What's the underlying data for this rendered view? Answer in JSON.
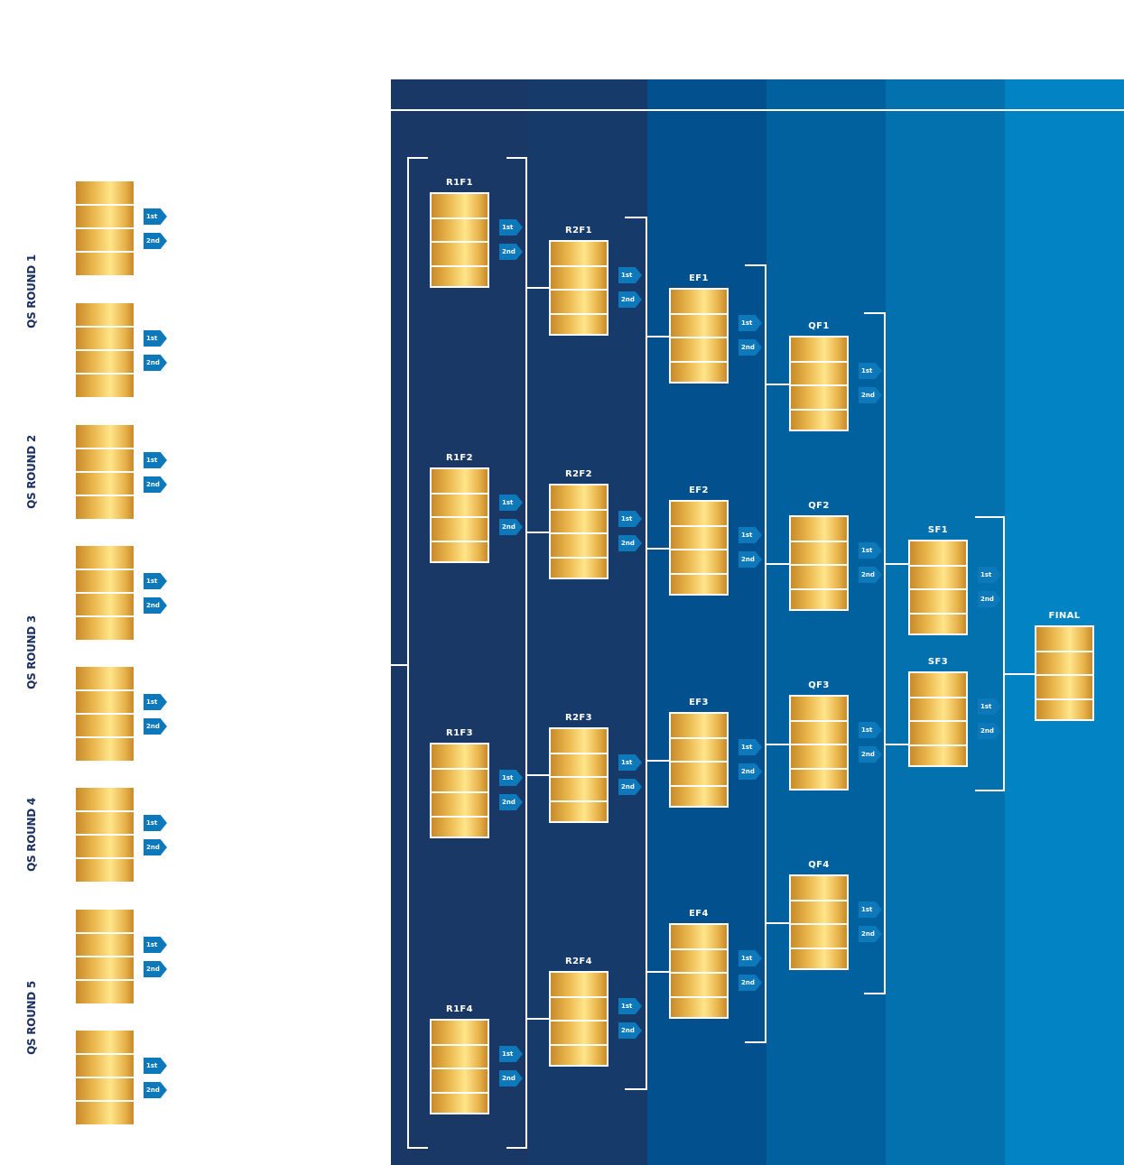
{
  "colors": {
    "band_1": "#1a3866",
    "band_2": "#163a69",
    "band_3": "#02508d",
    "band_4": "#01609e",
    "band_5": "#0271ae",
    "band_6": "#0283c3",
    "tag": "#0d79ba",
    "qs_text": "#1a2f63",
    "gold_light": "#ffe58a",
    "gold_dark": "#c88a2a",
    "line": "#ffffff"
  },
  "qs_rounds": {
    "labels": [
      "QS ROUND 1",
      "QS ROUND 2",
      "QS ROUND 3",
      "QS ROUND 4",
      "QS ROUND 5"
    ],
    "heats_per_round": 2
  },
  "advancement": {
    "first": "1st",
    "second": "2nd"
  },
  "bracket": {
    "round1": [
      "R1F1",
      "R1F2",
      "R1F3",
      "R1F4"
    ],
    "round2": [
      "R2F1",
      "R2F2",
      "R2F3",
      "R2F4"
    ],
    "eighths": [
      "EF1",
      "EF2",
      "EF3",
      "EF4"
    ],
    "quarters": [
      "QF1",
      "QF2",
      "QF3",
      "QF4"
    ],
    "semis": [
      "SF1",
      "SF3"
    ],
    "final": "FINAL"
  }
}
